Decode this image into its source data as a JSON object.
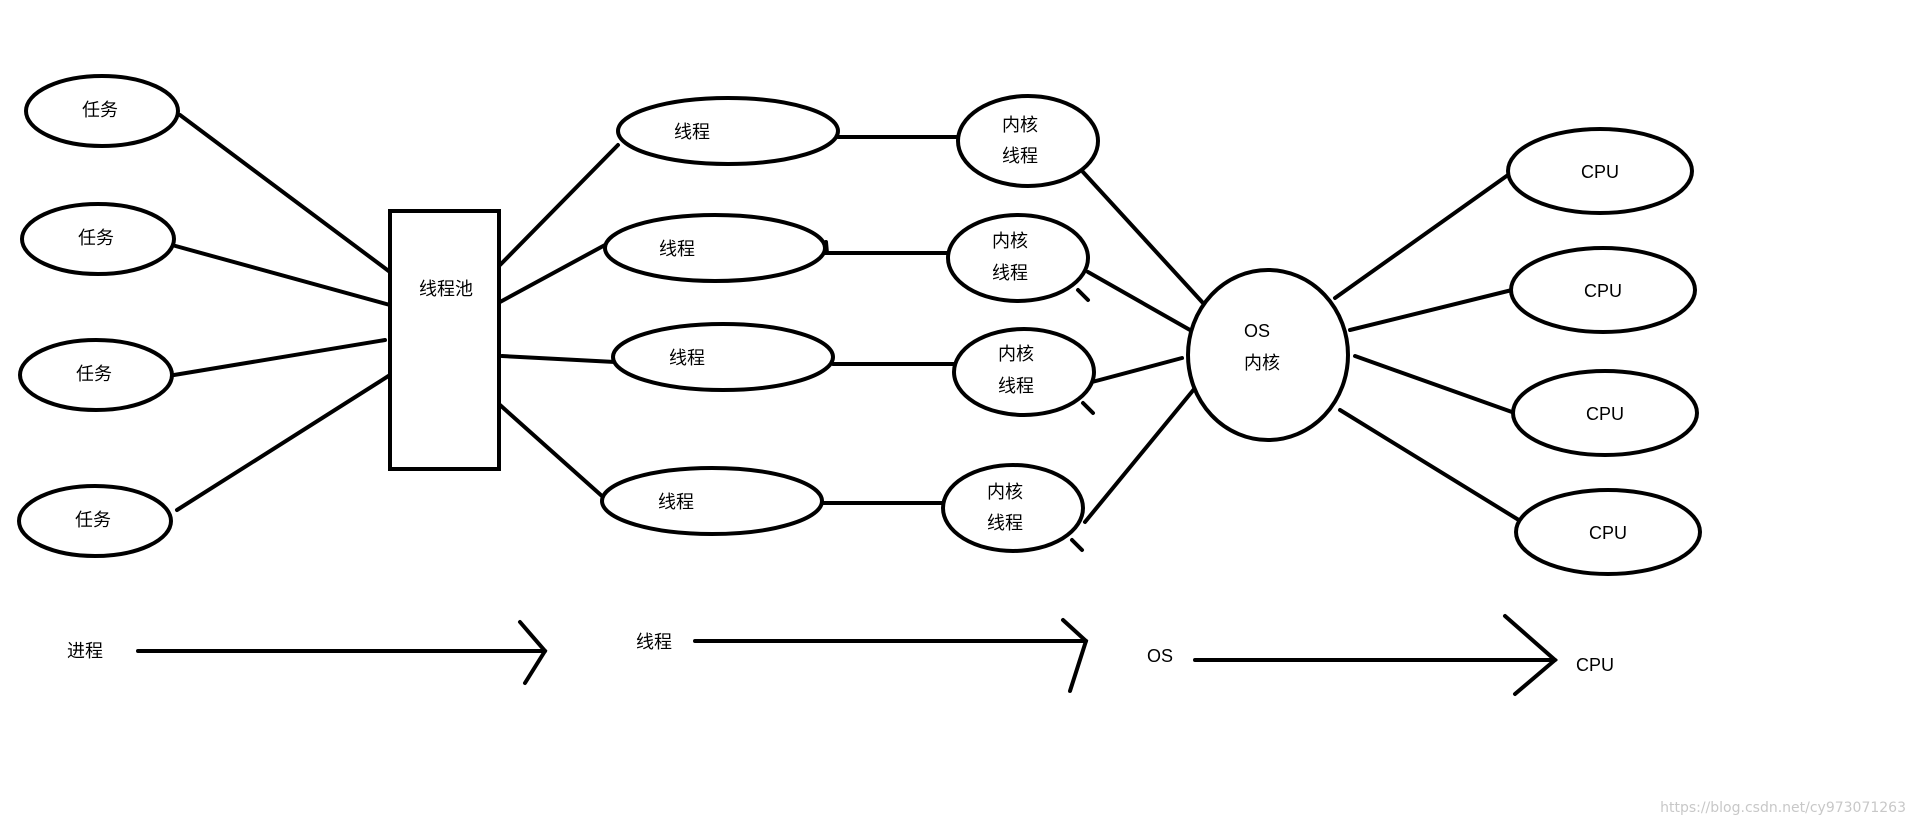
{
  "tasks": [
    "任务",
    "任务",
    "任务",
    "任务"
  ],
  "pool": "线程池",
  "threads": [
    "线程",
    "线程",
    "线程",
    "线程"
  ],
  "kernel_threads": [
    {
      "line1": "内核",
      "line2": "线程"
    },
    {
      "line1": "内核",
      "line2": "线程"
    },
    {
      "line1": "内核",
      "line2": "线程"
    },
    {
      "line1": "内核",
      "line2": "线程"
    }
  ],
  "os_kernel": {
    "line1": "OS",
    "line2": "内核"
  },
  "cpus": [
    "CPU",
    "CPU",
    "CPU",
    "CPU"
  ],
  "flow": {
    "process": "进程",
    "thread": "线程",
    "os": "OS",
    "cpu": "CPU"
  },
  "watermark": "https://blog.csdn.net/cy973071263"
}
